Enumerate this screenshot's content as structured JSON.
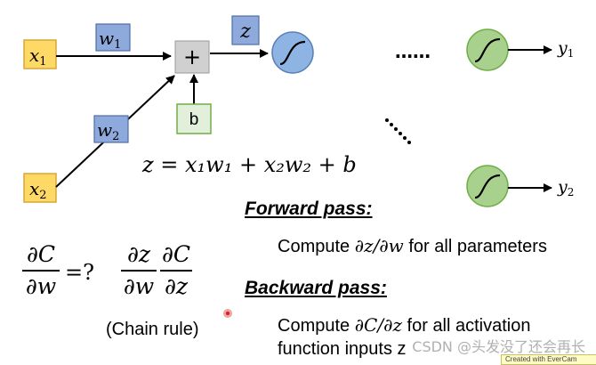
{
  "diagram": {
    "inputs": [
      {
        "label": "x",
        "sub": "1"
      },
      {
        "label": "x",
        "sub": "2"
      }
    ],
    "weights": [
      {
        "label": "w",
        "sub": "1"
      },
      {
        "label": "w",
        "sub": "2"
      }
    ],
    "sum_symbol": "+",
    "bias": "b",
    "z": "z",
    "ellipsis": "……",
    "outputs": [
      {
        "label": "y",
        "sub": "1"
      },
      {
        "label": "y",
        "sub": "2"
      }
    ],
    "equation": "z = x₁w₁ + x₂w₂ + b",
    "colors": {
      "input_fill": "#ffd966",
      "input_border": "#d4a83a",
      "weight_fill": "#8ea9db",
      "weight_border": "#4f6ea8",
      "bias_fill": "#e2efda",
      "bias_border": "#70ad47",
      "sum_fill": "#d0d0d0",
      "blue_neuron": "#8db4e2",
      "green_neuron": "#a9d18e"
    }
  },
  "forward": {
    "heading": "Forward pass:",
    "line_pre": "Compute ",
    "line_math": "∂z/∂w",
    "line_post": " for all parameters"
  },
  "backward": {
    "heading": "Backward pass:",
    "line1_pre": "Compute ",
    "line1_math": "∂C/∂z",
    "line1_post": " for all activation",
    "line2": "function inputs z"
  },
  "chain": {
    "lhs_num": "∂C",
    "lhs_den": "∂w",
    "eq": "=?",
    "a_num": "∂z",
    "a_den": "∂w",
    "b_num": "∂C",
    "b_den": "∂z",
    "caption": "(Chain rule)"
  },
  "watermark": "CSDN @头发没了还会再长",
  "corner_tag": "Created with EverCam"
}
